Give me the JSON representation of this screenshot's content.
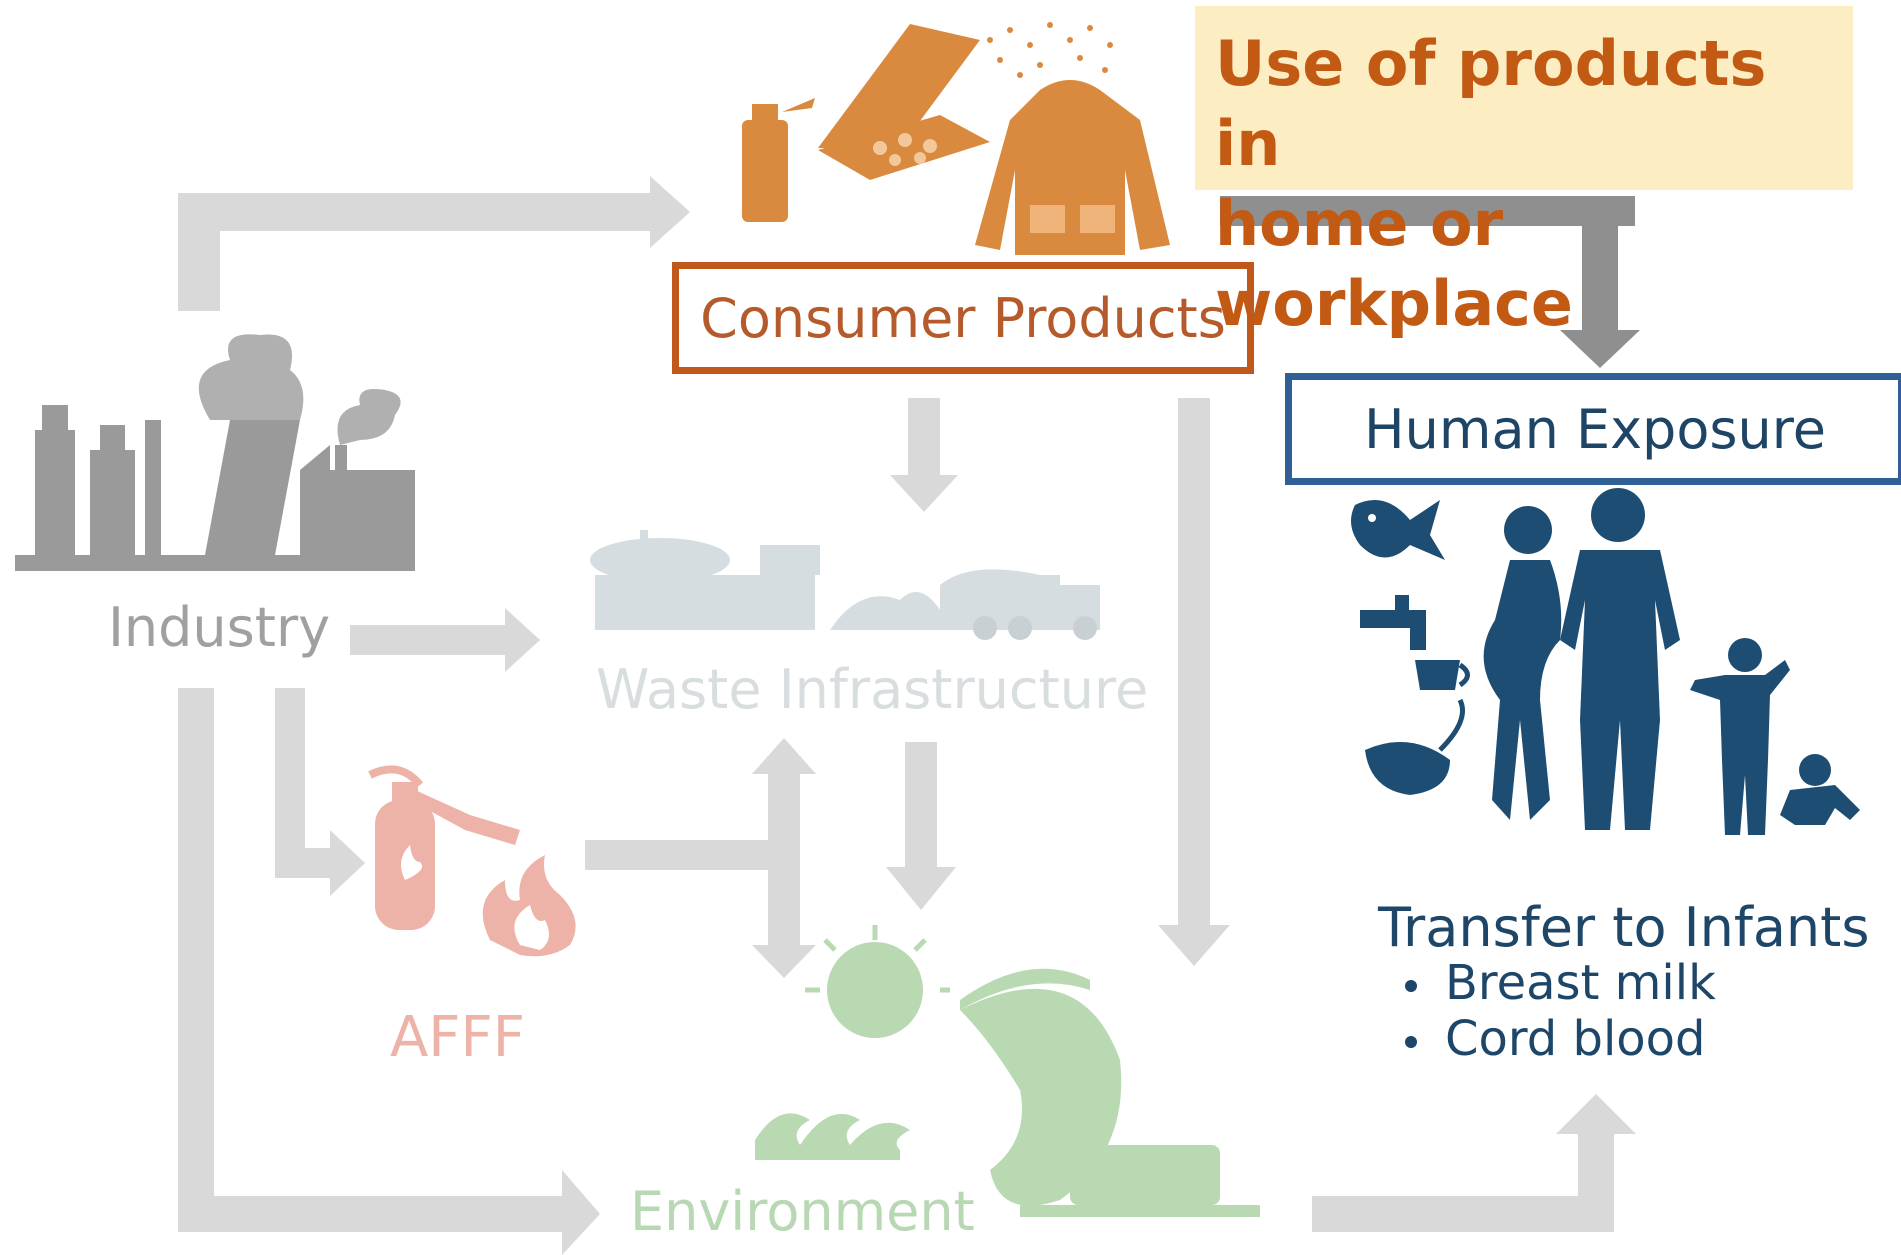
{
  "callout": {
    "line1": "Use of products in",
    "line2": "home or workplace"
  },
  "nodes": {
    "consumer_products": "Consumer Products",
    "human_exposure": "Human Exposure",
    "industry": "Industry",
    "waste_infrastructure": "Waste Infrastructure",
    "afff": "AFFF",
    "environment": "Environment"
  },
  "transfer": {
    "title": "Transfer to Infants",
    "bullets": [
      "Breast milk",
      "Cord blood"
    ]
  },
  "colors": {
    "orange": "#c0581b",
    "consumer_icon": "#d98a3e",
    "blue": "#2f5f95",
    "navy_people": "#1d4d72",
    "arrow_gray": "#d9d9d9",
    "arrow_dark": "#8f8f8f",
    "industry_gray": "#9a9a9a",
    "waste_gray": "#d6dde0",
    "afff_pink": "#eeb3a8",
    "env_green": "#b9d9b2",
    "callout_bg": "#fdedc2"
  },
  "icons": [
    "spray-can-icon",
    "pizza-box-icon",
    "jacket-icon",
    "factory-icon",
    "fire-extinguisher-icon",
    "flame-icon",
    "water-treatment-icon",
    "garbage-truck-icon",
    "earth-sun-icon",
    "fish-icon",
    "faucet-icon",
    "face-mask-icon",
    "family-icon"
  ]
}
